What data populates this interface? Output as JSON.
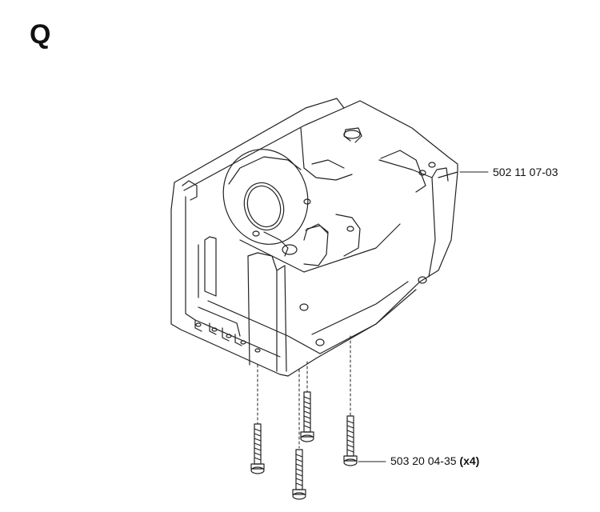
{
  "page": {
    "section_letter": "Q"
  },
  "parts": [
    {
      "part_number": "502 11 07-03",
      "quantity_note": ""
    },
    {
      "part_number": "503 20 04-35",
      "quantity_note": "(x4)"
    }
  ]
}
